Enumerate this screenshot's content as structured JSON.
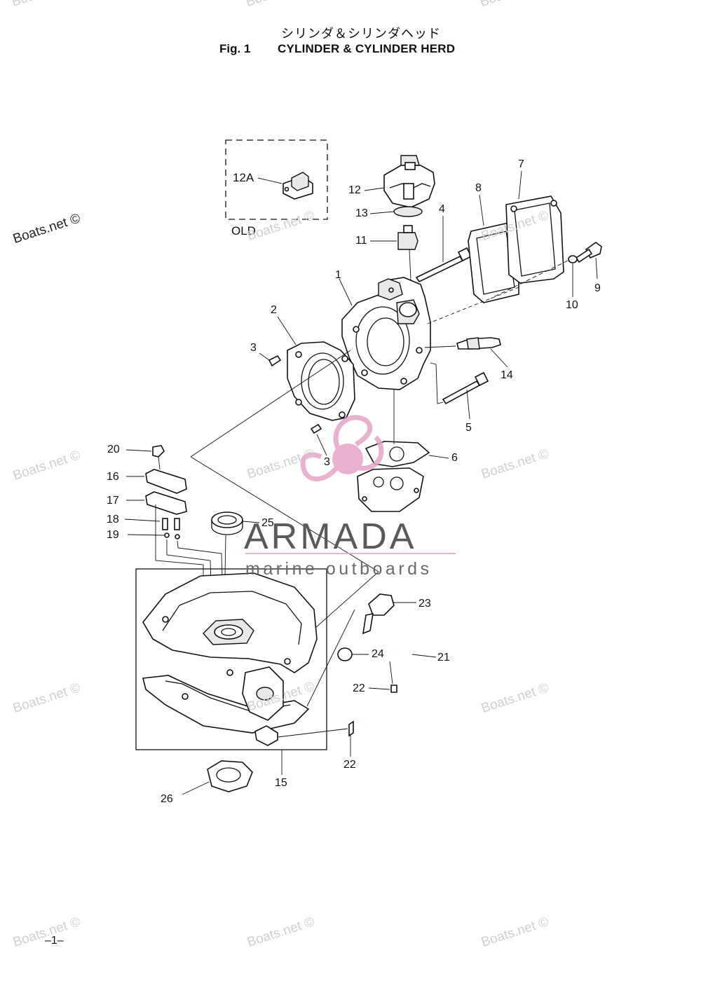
{
  "header": {
    "title_japanese": "シリンダ＆シリンダヘッド",
    "fig_label": "Fig. 1",
    "title_english": "CYLINDER & CYLINDER HERD"
  },
  "inset": {
    "label": "OLD",
    "part_number": "12A"
  },
  "callouts": [
    {
      "id": "12A",
      "text": "12A"
    },
    {
      "id": "12",
      "text": "12"
    },
    {
      "id": "13",
      "text": "13"
    },
    {
      "id": "11",
      "text": "11"
    },
    {
      "id": "4",
      "text": "4"
    },
    {
      "id": "8",
      "text": "8"
    },
    {
      "id": "7",
      "text": "7"
    },
    {
      "id": "9",
      "text": "9"
    },
    {
      "id": "10",
      "text": "10"
    },
    {
      "id": "1",
      "text": "1"
    },
    {
      "id": "2",
      "text": "2"
    },
    {
      "id": "3a",
      "text": "3"
    },
    {
      "id": "14",
      "text": "14"
    },
    {
      "id": "5",
      "text": "5"
    },
    {
      "id": "3b",
      "text": "3"
    },
    {
      "id": "6",
      "text": "6"
    },
    {
      "id": "20",
      "text": "20"
    },
    {
      "id": "16",
      "text": "16"
    },
    {
      "id": "17",
      "text": "17"
    },
    {
      "id": "18",
      "text": "18"
    },
    {
      "id": "19",
      "text": "19"
    },
    {
      "id": "25",
      "text": "25"
    },
    {
      "id": "23",
      "text": "23"
    },
    {
      "id": "24",
      "text": "24"
    },
    {
      "id": "21",
      "text": "21"
    },
    {
      "id": "22a",
      "text": "22"
    },
    {
      "id": "22b",
      "text": "22"
    },
    {
      "id": "15",
      "text": "15"
    },
    {
      "id": "26",
      "text": "26"
    }
  ],
  "watermark": {
    "text": "Boats.net ©",
    "brand_name": "ARMADA",
    "brand_tagline": "marine outboards",
    "brand_color": "#e6a3c8"
  },
  "footer": {
    "page_number": "–1–"
  }
}
